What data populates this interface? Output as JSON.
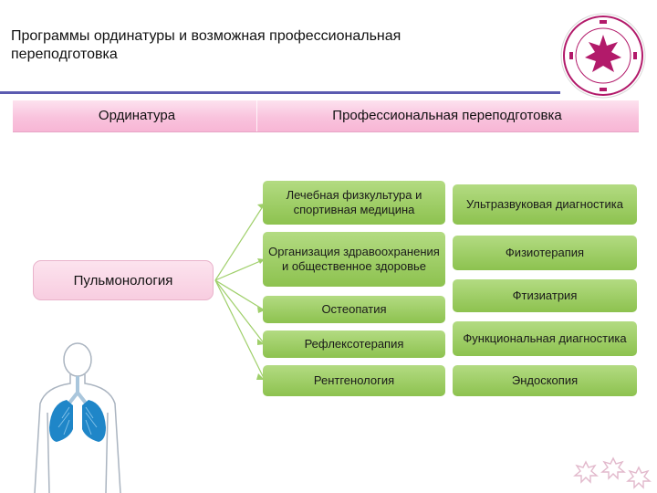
{
  "slide": {
    "title": "Программы ординатуры и возможная профессиональная переподготовка"
  },
  "header": {
    "residency_label": "Ординатура",
    "retraining_label": "Профессиональная переподготовка"
  },
  "source": {
    "label": "Пульмонология"
  },
  "programs_left": [
    "Лечебная физкультура и спортивная медицина",
    "Организация здравоохранения и общественное здоровье",
    "Остеопатия",
    "Рефлексотерапия",
    "Рентгенология"
  ],
  "programs_right": [
    "Ультразвуковая диагностика",
    "Физиотерапия",
    "Фтизиатрия",
    "Функциональная диагностика",
    "Эндоскопия"
  ],
  "colors": {
    "node_green": "#8dc24f",
    "header_pink": "#f9c3dd",
    "connector_green": "#9fcf6a",
    "accent_magenta": "#b21a6a"
  }
}
